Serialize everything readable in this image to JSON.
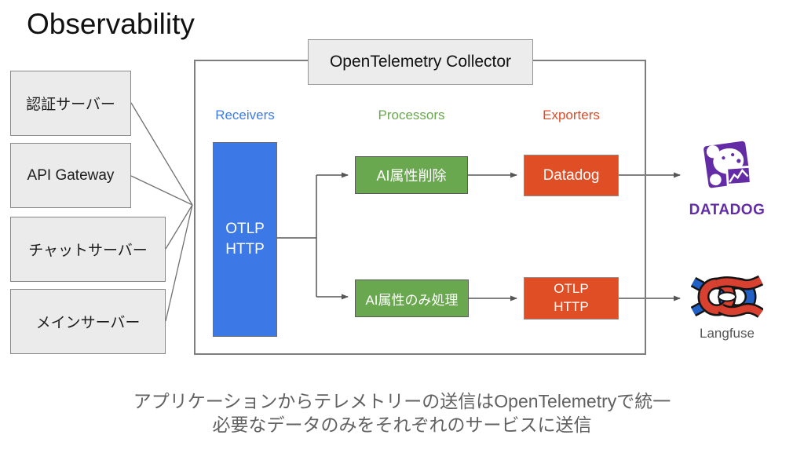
{
  "slide": {
    "title": "Observability",
    "caption_line1": "アプリケーションからテレメトリーの送信はOpenTelemetryで統一",
    "caption_line2": "必要なデータのみをそれぞれのサービスに送信"
  },
  "sources": [
    {
      "label": "認証サーバー"
    },
    {
      "label": "API Gateway"
    },
    {
      "label": "チャットサーバー"
    },
    {
      "label": "メインサーバー"
    }
  ],
  "collector": {
    "title": "OpenTelemetry Collector",
    "columns": [
      {
        "label": "Receivers",
        "color": "#3d7be8"
      },
      {
        "label": "Processors",
        "color": "#6aa84f"
      },
      {
        "label": "Exporters",
        "color": "#dd4b27"
      }
    ],
    "receiver_box": {
      "line1": "OTLP",
      "line2": "HTTP",
      "color": "#3d79e6"
    },
    "processor_boxes": [
      {
        "label": "AI属性削除",
        "color": "#6aa84f"
      },
      {
        "label": "AI属性のみ処理",
        "color": "#6aa84f"
      }
    ],
    "exporter_boxes": [
      {
        "label": "Datadog",
        "color": "#e04e26"
      },
      {
        "line1": "OTLP",
        "line2": "HTTP",
        "color": "#e04e26"
      }
    ]
  },
  "destinations": [
    {
      "name": "Datadog",
      "wordmark": "DATADOG",
      "brand_color": "#632ca6"
    },
    {
      "name": "Langfuse",
      "caption": "Langfuse",
      "red": "#d84030",
      "blue": "#2161c6"
    }
  ]
}
